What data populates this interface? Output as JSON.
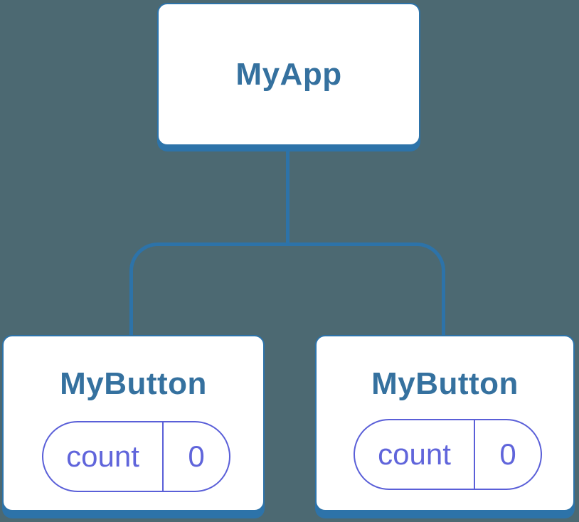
{
  "colors": {
    "background": "#4C6972",
    "tree_line_blue": "#2D73A9",
    "card_title_blue": "#35719F",
    "pill_indigo_border": "#5A5FD8",
    "pill_indigo_text": "#6065DB",
    "card_background": "#FFFFFF"
  },
  "tree": {
    "root": {
      "label": "MyApp"
    },
    "children": [
      {
        "label": "MyButton",
        "state": {
          "key": "count",
          "value": "0"
        }
      },
      {
        "label": "MyButton",
        "state": {
          "key": "count",
          "value": "0"
        }
      }
    ]
  }
}
